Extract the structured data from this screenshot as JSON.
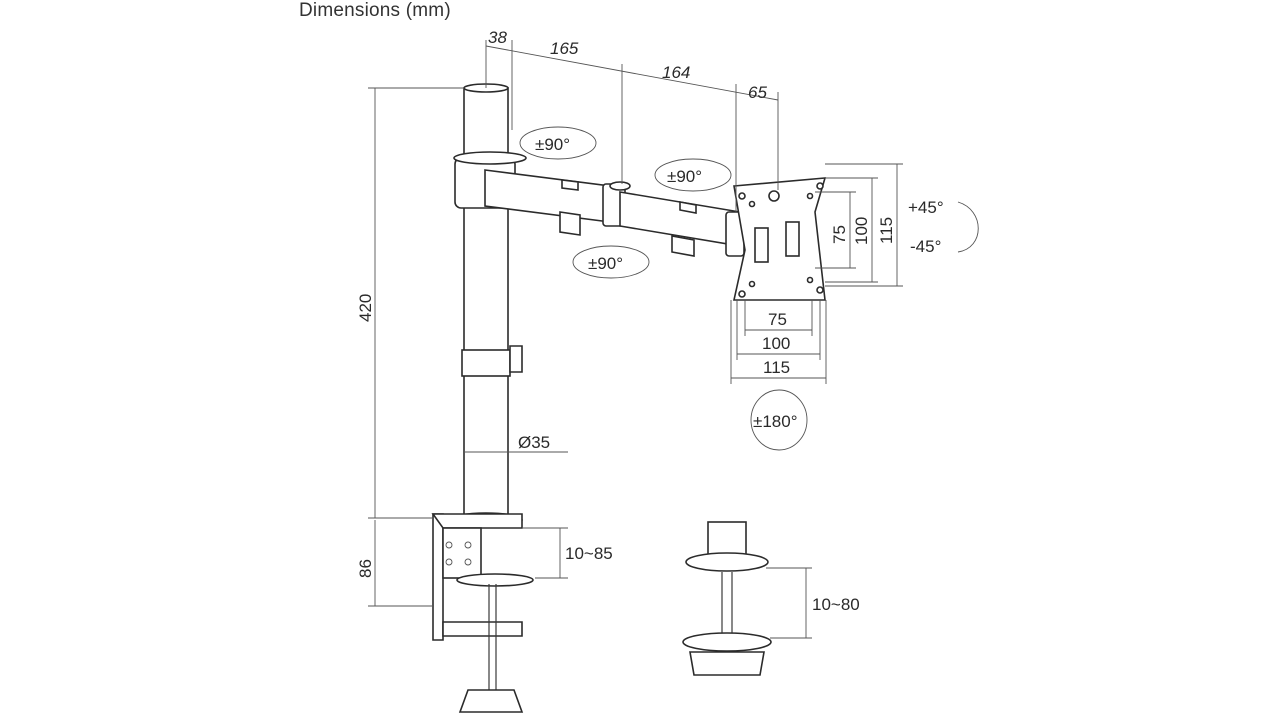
{
  "title": "Dimensions (mm)",
  "dimensions": {
    "arm_offset": "38",
    "arm_segment_1": "165",
    "arm_segment_2": "164",
    "head_offset": "65",
    "pole_height": "420",
    "clamp_height": "86",
    "pole_diameter": "Ø35",
    "clamp_range": "10~85",
    "grommet_range": "10~80",
    "vesa_h_small": "75",
    "vesa_h_medium": "100",
    "vesa_h_large": "115",
    "vesa_v_small": "75",
    "vesa_v_medium": "100",
    "vesa_v_large": "115"
  },
  "rotations": {
    "pole_swivel": "±90°",
    "elbow_swivel": "±90°",
    "arm_swivel": "±90°",
    "tilt_up": "+45°",
    "tilt_down": "-45°",
    "rotate": "±180°"
  }
}
